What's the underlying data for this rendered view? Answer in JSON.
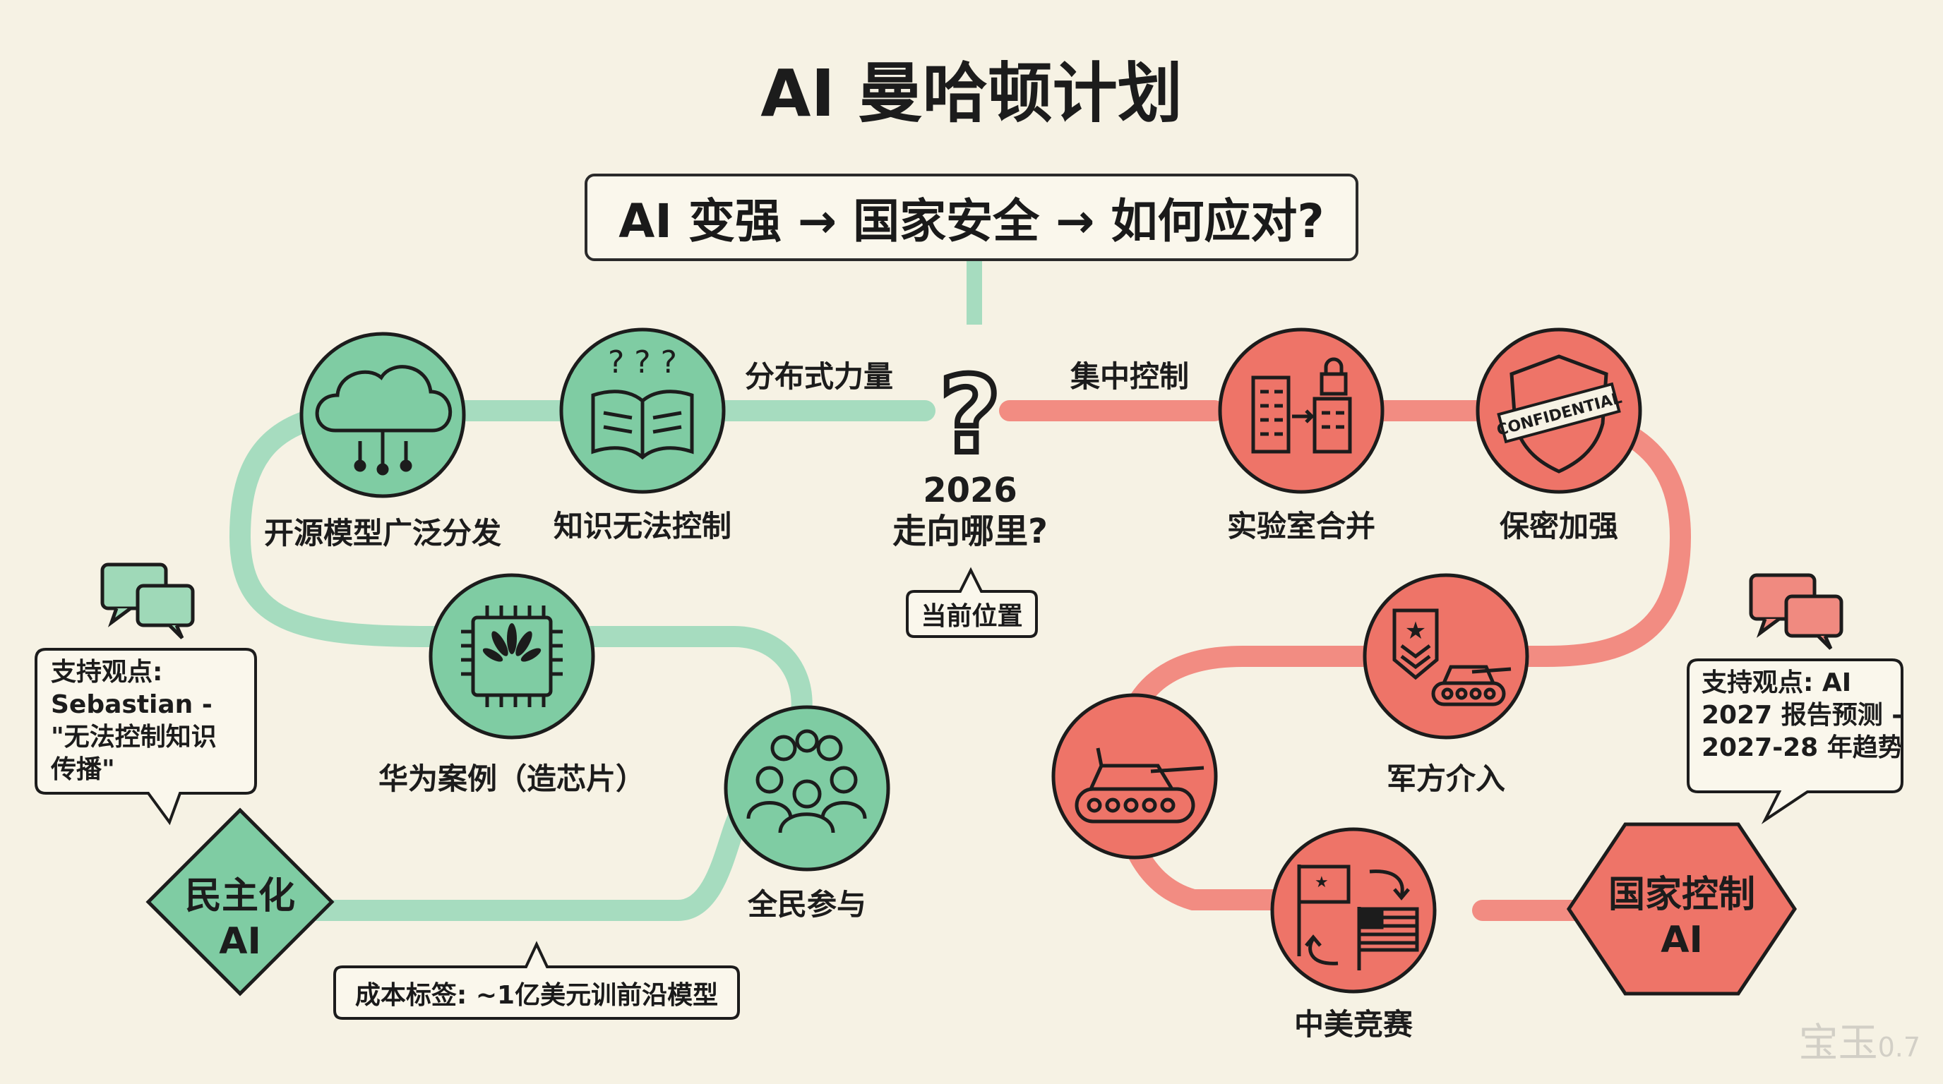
{
  "title": "AI 曼哈顿计划",
  "question": "AI 变强 → 国家安全 → 如何应对?",
  "center": {
    "year": "2026",
    "caption": "走向哪里?",
    "current_tag": "当前位置"
  },
  "branches": {
    "left": "分布式力量",
    "right": "集中控制"
  },
  "left_path": {
    "nodes": [
      {
        "label": "开源模型广泛分发",
        "icon": "cloud-network-icon"
      },
      {
        "label": "知识无法控制",
        "icon": "book-question-icon"
      },
      {
        "label": "华为案例（造芯片）",
        "icon": "chip-icon"
      },
      {
        "label": "全民参与",
        "icon": "crowd-icon"
      }
    ],
    "endpoint": {
      "line1": "民主化",
      "line2": "AI"
    },
    "support_bubble": "支持观点:\nSebastian -\n\"无法控制知识\n传播\"",
    "cost_tag": "成本标签: ~1亿美元训前沿模型"
  },
  "right_path": {
    "nodes": [
      {
        "label": "实验室合并",
        "icon": "building-lock-icon"
      },
      {
        "label": "保密加强",
        "icon": "confidential-shield-icon"
      },
      {
        "label": "军方介入",
        "icon": "military-rank-tank-icon"
      },
      {
        "label": "",
        "icon": "tank-icon"
      },
      {
        "label": "中美竞赛",
        "icon": "flags-exchange-icon"
      }
    ],
    "endpoint": {
      "line1": "国家控制",
      "line2": "AI"
    },
    "support_bubble": "支持观点: AI\n2027 报告预测 -\n2027-28 年趋势"
  },
  "colors": {
    "green_fill": "#7fcca3",
    "green_path": "#9fd9b8",
    "red_fill": "#ee7468",
    "red_path": "#f08a80",
    "background": "#f6f2e4"
  },
  "watermark": {
    "text": "宝玉",
    "version": "0.7"
  }
}
